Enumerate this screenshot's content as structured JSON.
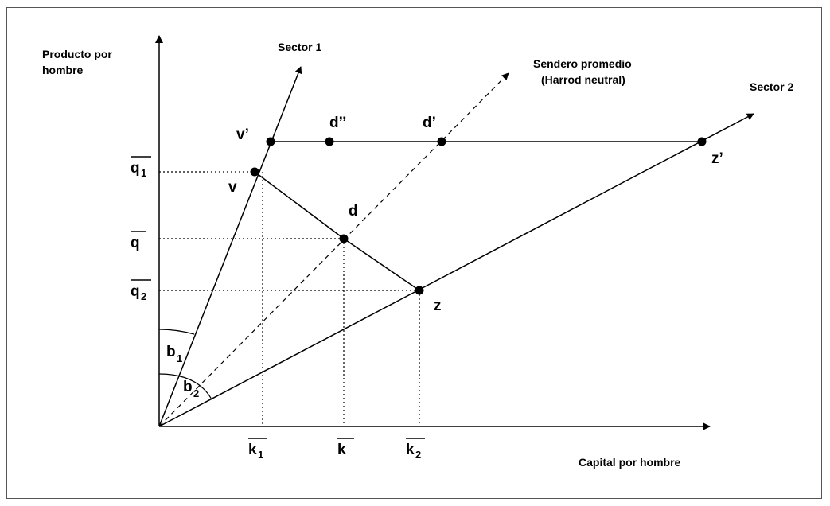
{
  "axes": {
    "y_label_line1": "Producto por",
    "y_label_line2": "hombre",
    "x_label": "Capital por hombre"
  },
  "rays": {
    "sector1": "Sector 1",
    "sector2": "Sector 2",
    "average_line1": "Sendero promedio",
    "average_line2": "(Harrod neutral)"
  },
  "points": {
    "v_prime": "v’",
    "d_double_prime": "d’’",
    "d_prime": "d’",
    "z_prime": "z’",
    "v": "v",
    "d": "d",
    "z": "z"
  },
  "y_ticks": {
    "q1": "q",
    "q1_sub": "1",
    "q": "q",
    "q2": "q",
    "q2_sub": "2"
  },
  "x_ticks": {
    "k1": "k",
    "k1_sub": "1",
    "k": "k",
    "k2": "k",
    "k2_sub": "2"
  },
  "angles": {
    "b1": "b",
    "b1_sub": "1",
    "b2": "b",
    "b2_sub": "2"
  },
  "colors": {
    "ink": "#000000",
    "frame": "#555555"
  }
}
